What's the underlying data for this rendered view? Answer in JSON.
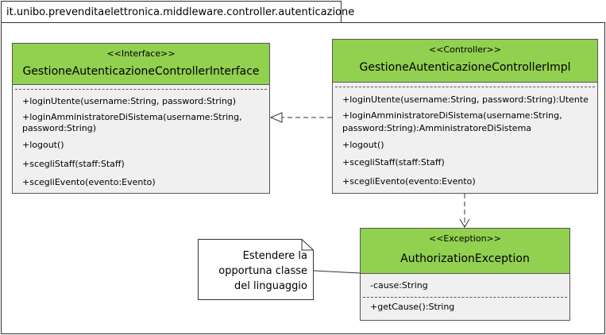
{
  "package": {
    "name": "it.unibo.prevenditaelettronica.middleware.controller.autenticazione"
  },
  "interface_class": {
    "stereotype": "<<Interface>>",
    "name": "GestioneAutenticazioneControllerInterface",
    "operations": [
      "+loginUtente(username:String, password:String)",
      "+loginAmministratoreDiSistema(username:String,",
      "password:String)",
      "+logout()",
      "+scegliStaff(staff:Staff)",
      "+scegliEvento(evento:Evento)"
    ]
  },
  "impl_class": {
    "stereotype": "<<Controller>>",
    "name": "GestioneAutenticazioneControllerImpl",
    "operations": [
      "+loginUtente(username:String, password:String):Utente",
      "+loginAmministratoreDiSistema(username:String,",
      "password:String):AmministratoreDiSistema",
      "+logout()",
      "+scegliStaff(staff:Staff)",
      "+scegliEvento(evento:Evento)"
    ]
  },
  "exception_class": {
    "stereotype": "<<Exception>>",
    "name": "AuthorizationException",
    "attributes": [
      "-cause:String"
    ],
    "operations": [
      "+getCause():String"
    ]
  },
  "note": {
    "lines": [
      "Estendere la",
      "opportuna classe",
      "del linguaggio"
    ]
  }
}
